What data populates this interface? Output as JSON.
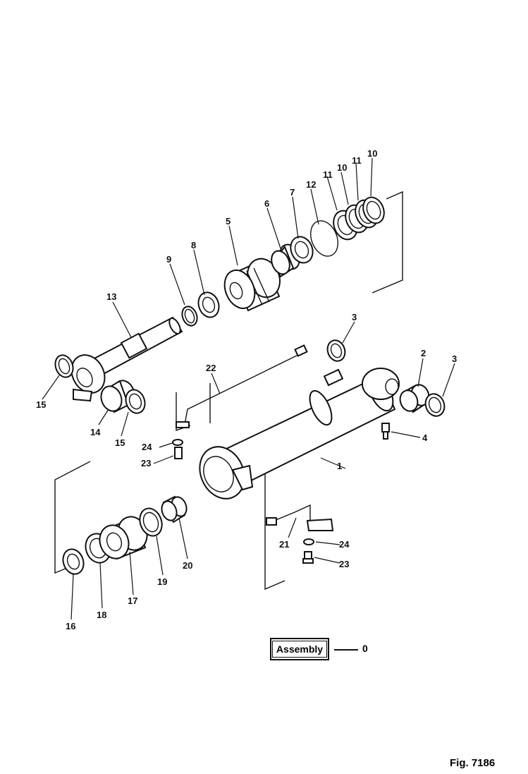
{
  "diagram": {
    "part_numbers": [
      "1",
      "2",
      "3",
      "3",
      "4",
      "5",
      "6",
      "7",
      "8",
      "9",
      "10",
      "10",
      "11",
      "11",
      "12",
      "13",
      "14",
      "15",
      "15",
      "16",
      "17",
      "18",
      "19",
      "20",
      "21",
      "22",
      "23",
      "23",
      "24",
      "24"
    ],
    "assembly_label": "Assembly",
    "assembly_number": "0",
    "figure_label": "Fig. 7186"
  }
}
